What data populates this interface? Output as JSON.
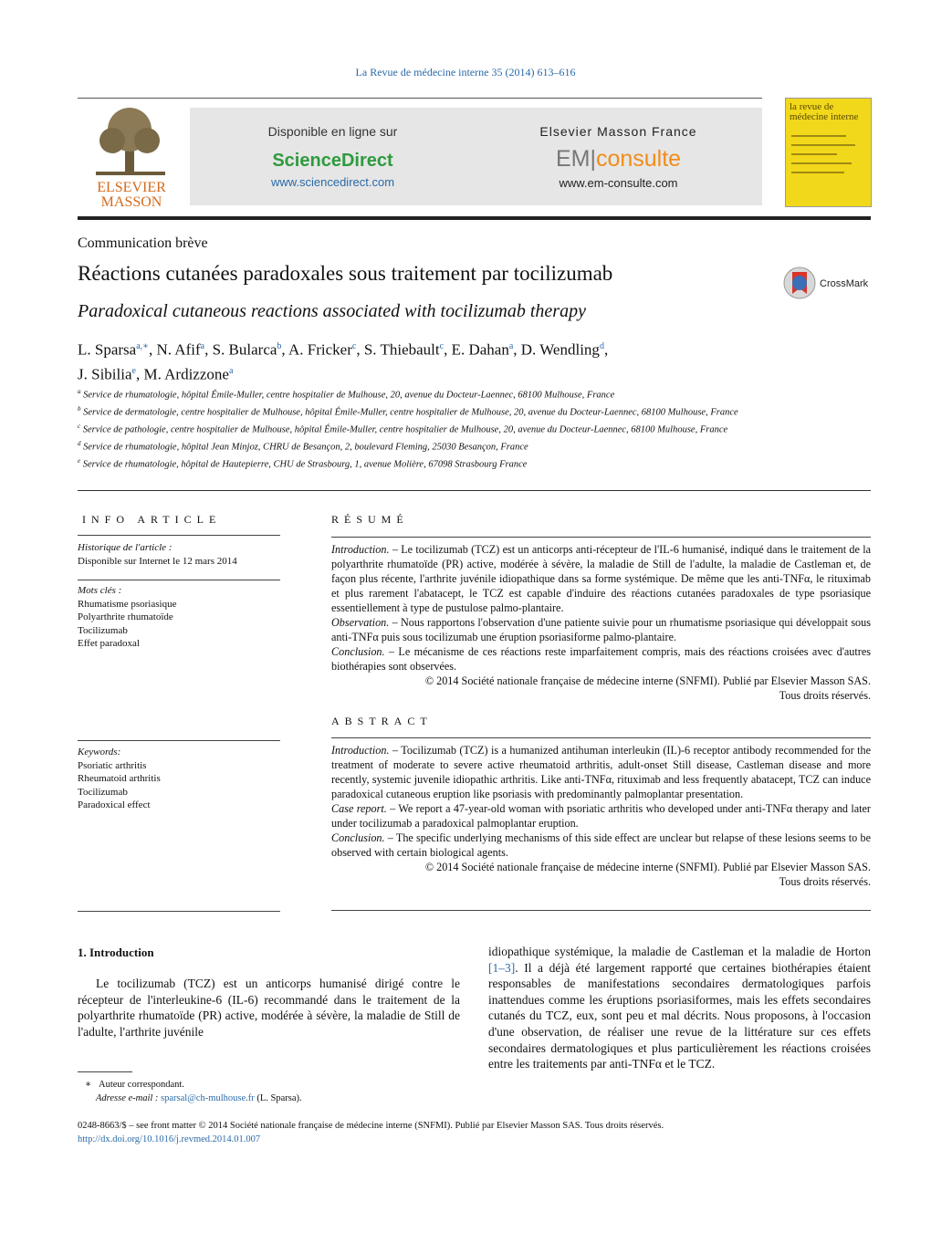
{
  "header": {
    "journal_ref": "La Revue de médecine interne 35 (2014) 613–616",
    "publisher_logo_text": [
      "ELSEVIER",
      "MASSON"
    ],
    "banner_left": {
      "line1": "Disponible en ligne sur",
      "brand": "ScienceDirect",
      "url": "www.sciencedirect.com"
    },
    "banner_right": {
      "line1": "Elsevier Masson France",
      "brand_em": "EM",
      "brand_consulte": "consulte",
      "url": "www.em-consulte.com"
    },
    "cover_title": [
      "la revue de",
      "médecine interne"
    ],
    "crossmark_label": "CrossMark"
  },
  "article": {
    "section_type": "Communication brève",
    "title_fr": "Réactions cutanées paradoxales sous traitement par tocilizumab",
    "title_en": "Paradoxical cutaneous reactions associated with tocilizumab therapy",
    "authors": [
      {
        "name": "L. Sparsa",
        "sup": "a,∗",
        "sep": ", "
      },
      {
        "name": "N. Afif",
        "sup": "a",
        "sep": ", "
      },
      {
        "name": "S. Bularca",
        "sup": "b",
        "sep": ", "
      },
      {
        "name": "A. Fricker",
        "sup": "c",
        "sep": ", "
      },
      {
        "name": "S. Thiebault",
        "sup": "c",
        "sep": ", "
      },
      {
        "name": "E. Dahan",
        "sup": "a",
        "sep": ", "
      },
      {
        "name": "D. Wendling",
        "sup": "d",
        "sep": ","
      },
      {
        "name": "J. Sibilia",
        "sup": "e",
        "sep": ", "
      },
      {
        "name": "M. Ardizzone",
        "sup": "a",
        "sep": ""
      }
    ],
    "affiliations": [
      {
        "key": "a",
        "text": "Service de rhumatologie, hôpital Émile-Muller, centre hospitalier de Mulhouse, 20, avenue du Docteur-Laennec, 68100 Mulhouse, France"
      },
      {
        "key": "b",
        "text": "Service de dermatologie, centre hospitalier de Mulhouse, hôpital Émile-Muller, centre hospitalier de Mulhouse, 20, avenue du Docteur-Laennec, 68100 Mulhouse, France"
      },
      {
        "key": "c",
        "text": "Service de pathologie, centre hospitalier de Mulhouse, hôpital Émile-Muller, centre hospitalier de Mulhouse, 20, avenue du Docteur-Laennec, 68100 Mulhouse, France"
      },
      {
        "key": "d",
        "text": "Service de rhumatologie, hôpital Jean Minjoz, CHRU de Besançon, 2, boulevard Fleming, 25030 Besançon, France"
      },
      {
        "key": "e",
        "text": "Service de rhumatologie, hôpital de Hautepierre, CHU de Strasbourg, 1, avenue Molière, 67098 Strasbourg France"
      }
    ]
  },
  "info": {
    "heading": "INFO ARTICLE",
    "history_label": "Historique de l'article :",
    "history_value": "Disponible sur Internet le 12 mars 2014",
    "keywords_fr_label": "Mots clés :",
    "keywords_fr": [
      "Rhumatisme psoriasique",
      "Polyarthrite rhumatoïde",
      "Tocilizumab",
      "Effet paradoxal"
    ],
    "keywords_en_label": "Keywords:",
    "keywords_en": [
      "Psoriatic arthritis",
      "Rheumatoid arthritis",
      "Tocilizumab",
      "Paradoxical effect"
    ]
  },
  "resume": {
    "heading": "RÉSUMÉ",
    "intro_label": "Introduction.",
    "intro": " – Le tocilizumab (TCZ) est un anticorps anti-récepteur de l'IL-6 humanisé, indiqué dans le traitement de la polyarthrite rhumatoïde (PR) active, modérée à sévère, la maladie de Still de l'adulte, la maladie de Castleman et, de façon plus récente, l'arthrite juvénile idiopathique dans sa forme systémique. De même que les anti-TNFα, le rituximab et plus rarement l'abatacept, le TCZ est capable d'induire des réactions cutanées paradoxales de type psoriasique essentiellement à type de pustulose palmo-plantaire.",
    "obs_label": "Observation.",
    "obs": " – Nous rapportons l'observation d'une patiente suivie pour un rhumatisme psoriasique qui développait sous anti-TNFα puis sous tocilizumab une éruption psoriasiforme palmo-plantaire.",
    "concl_label": "Conclusion.",
    "concl": " – Le mécanisme de ces réactions reste imparfaitement compris, mais des réactions croisées avec d'autres biothérapies sont observées.",
    "copyright": "© 2014 Société nationale française de médecine interne (SNFMI). Publié par Elsevier Masson SAS.",
    "rights": "Tous droits réservés."
  },
  "abstract": {
    "heading": "ABSTRACT",
    "intro_label": "Introduction.",
    "intro": " – Tocilizumab (TCZ) is a humanized antihuman interleukin (IL)-6 receptor antibody recommended for the treatment of moderate to severe active rheumatoid arthritis, adult-onset Still disease, Castleman disease and more recently, systemic juvenile idiopathic arthritis. Like anti-TNFα, rituximab and less frequently abatacept, TCZ can induce paradoxical cutaneous eruption like psoriasis with predominantly palmoplantar presentation.",
    "case_label": "Case report.",
    "case": " – We report a 47-year-old woman with psoriatic arthritis who developed under anti-TNFα therapy and later under tocilizumab a paradoxical palmoplantar eruption.",
    "concl_label": "Conclusion.",
    "concl": " – The specific underlying mechanisms of this side effect are unclear but relapse of these lesions seems to be observed with certain biological agents.",
    "copyright": "© 2014 Société nationale française de médecine interne (SNFMI). Publié par Elsevier Masson SAS.",
    "rights": "Tous droits réservés."
  },
  "body": {
    "section_heading": "1.  Introduction",
    "left_para": "Le tocilizumab (TCZ) est un anticorps humanisé dirigé contre le récepteur de l'interleukine-6 (IL-6) recommandé dans le traitement de la polyarthrite rhumatoïde (PR) active, modérée à sévère, la maladie de Still de l'adulte, l'arthrite juvénile",
    "right_pre": "idiopathique systémique, la maladie de Castleman et la maladie de Horton ",
    "right_ref": "[1–3]",
    "right_post": ". Il a déjà été largement rapporté que certaines biothérapies étaient responsables de manifestations secondaires dermatologiques parfois inattendues comme les éruptions psoriasiformes, mais les effets secondaires cutanés du TCZ, eux, sont peu et mal décrits. Nous proposons, à l'occasion d'une observation, de réaliser une revue de la littérature sur ces effets secondaires dermatologiques et plus particulièrement les réactions croisées entre les traitements par anti-TNFα et le TCZ."
  },
  "footnote": {
    "mark": "∗",
    "line1": "Auteur correspondant.",
    "email_label": "Adresse e-mail :",
    "email": "sparsal@ch-mulhouse.fr",
    "email_owner": " (L. Sparsa)."
  },
  "bottom": {
    "front_matter": "0248-8663/$ – see front matter © 2014 Société nationale française de médecine interne (SNFMI). Publié par Elsevier Masson SAS. Tous droits réservés.",
    "doi": "http://dx.doi.org/10.1016/j.revmed.2014.01.007"
  },
  "colors": {
    "link": "#2a6aa8",
    "sciencedirect": "#2e9a3e",
    "emconsulte": "#f28c1a",
    "cover": "#f2d81a"
  }
}
